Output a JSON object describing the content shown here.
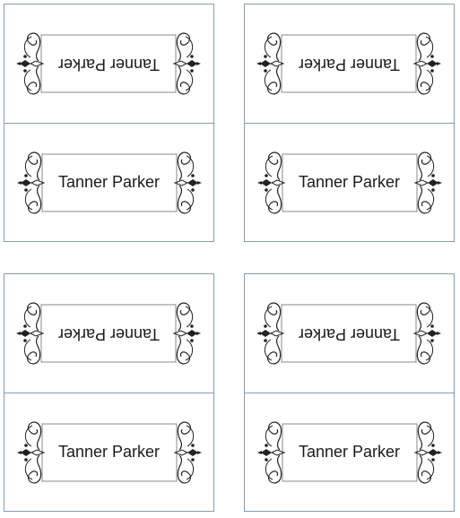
{
  "cards": [
    {
      "top_name": "Tanner Parker",
      "bottom_name": "Tanner Parker"
    },
    {
      "top_name": "Tanner Parker",
      "bottom_name": "Tanner Parker"
    },
    {
      "top_name": "Tanner Parker",
      "bottom_name": "Tanner Parker"
    },
    {
      "top_name": "Tanner Parker",
      "bottom_name": "Tanner Parker"
    }
  ],
  "colors": {
    "card_border": "#7f9db9",
    "ornament": "#222222",
    "frame_line": "#8a8a8a"
  },
  "icons": {
    "frame": "ornamental-scroll-frame-icon"
  }
}
